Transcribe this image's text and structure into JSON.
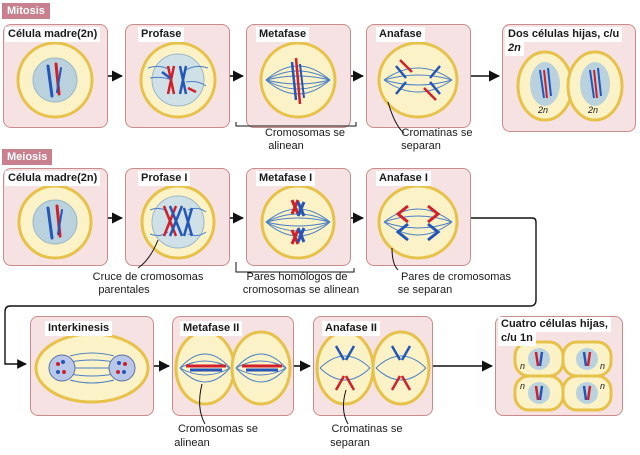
{
  "mitosis": {
    "tag": "Mitosis",
    "stages": [
      {
        "label": "Célula madre(2n)"
      },
      {
        "label": "Profase"
      },
      {
        "label": "Metafase"
      },
      {
        "label": "Anafase"
      },
      {
        "label_line1": "Dos células hijas, c/u",
        "label_line2": "2n"
      }
    ],
    "cell_marks": [
      "2n",
      "2n"
    ],
    "captions": [
      {
        "line1": "Cromosomas se",
        "line2": "alinean"
      },
      {
        "line1": "Cromatinas se",
        "line2": "separan"
      }
    ]
  },
  "meiosis": {
    "tag": "Meiosis",
    "stages_row1": [
      {
        "label": "Célula madre(2n)"
      },
      {
        "label": "Profase I"
      },
      {
        "label": "Metafase I"
      },
      {
        "label": "Anafase I"
      }
    ],
    "captions_row1": [
      {
        "line1": "Cruce de cromosomas",
        "line2": "parentales"
      },
      {
        "line1": "Pares homólogos de",
        "line2": "cromosomas se alinean"
      },
      {
        "line1": "Pares de cromosomas",
        "line2": "se separan"
      }
    ],
    "stages_row2": [
      {
        "label": "Interkinesis"
      },
      {
        "label": "Metafase II"
      },
      {
        "label": "Anafase II"
      },
      {
        "label_line1": "Cuatro células hijas,",
        "label_line2": "c/u 1n"
      }
    ],
    "cell_marks": [
      "n",
      "n",
      "n",
      "n"
    ],
    "captions_row2": [
      {
        "line1": "Cromosomas se",
        "line2": "alinean"
      },
      {
        "line1": "Cromatinas se",
        "line2": "separan"
      }
    ]
  },
  "colors": {
    "panel_fill": "#f6e1e3",
    "panel_border": "#c98c8c",
    "tag_fill": "#c8808f",
    "cell_ring": "#e7c24a",
    "cytoplasm": "#fbf2c7",
    "nucleus": "#b9d2dd",
    "chrom_red": "#d0202a",
    "chrom_blue": "#2456b8",
    "spindle": "#4a7fc4"
  }
}
